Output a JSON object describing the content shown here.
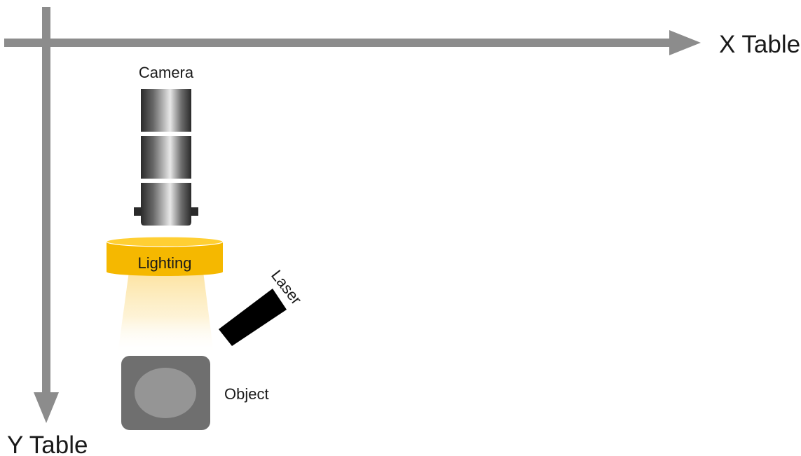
{
  "labels": {
    "x_axis": "X Table",
    "y_axis": "Y Table",
    "camera": "Camera",
    "lighting": "Lighting",
    "laser": "Laser",
    "object": "Object"
  },
  "colors": {
    "axis": "#8c8c8c",
    "lighting_ring": "#f5b800",
    "lighting_top": "#ffcf33",
    "light_beam": "#fde7a6",
    "laser": "#000000",
    "object_body": "#6f6f6f",
    "object_disc": "#959595"
  }
}
